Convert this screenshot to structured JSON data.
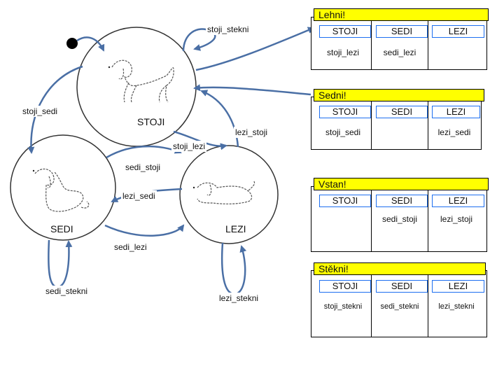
{
  "states": {
    "stoji": "STOJI",
    "sedi": "SEDI",
    "lezi": "LEZI"
  },
  "transitions": {
    "stoji_stekni": "stoji_stekni",
    "stoji_sedi": "stoji_sedi",
    "lezi_stoji": "lezi_stoji",
    "stoji_lezi": "stoji_lezi",
    "sedi_stoji": "sedi_stoji",
    "lezi_sedi": "lezi_sedi",
    "sedi_lezi": "sedi_lezi",
    "sedi_stekni": "sedi_stekni",
    "lezi_stekni": "lezi_stekni"
  },
  "tables": [
    {
      "title": "Lehni!",
      "headers": [
        "STOJI",
        "SEDI",
        "LEZI"
      ],
      "cells": [
        "stoji_lezi",
        "sedi_lezi",
        ""
      ]
    },
    {
      "title": "Sedni!",
      "headers": [
        "STOJI",
        "SEDI",
        "LEZI"
      ],
      "cells": [
        "stoji_sedi",
        "",
        "lezi_sedi"
      ]
    },
    {
      "title": "Vstan!",
      "headers": [
        "STOJI",
        "SEDI",
        "LEZI"
      ],
      "cells": [
        "",
        "sedi_stoji",
        "lezi_stoji"
      ]
    },
    {
      "title": "Stěkni!",
      "headers": [
        "STOJI",
        "SEDI",
        "LEZI"
      ],
      "cells": [
        "stoji_stekni",
        "sedi_stekni",
        "lezi_stekni"
      ]
    }
  ],
  "colors": {
    "title_bg": "#ffff00",
    "header_border": "#1d6ff0",
    "arrow": "#4a6fa5",
    "circle": "#333333"
  }
}
